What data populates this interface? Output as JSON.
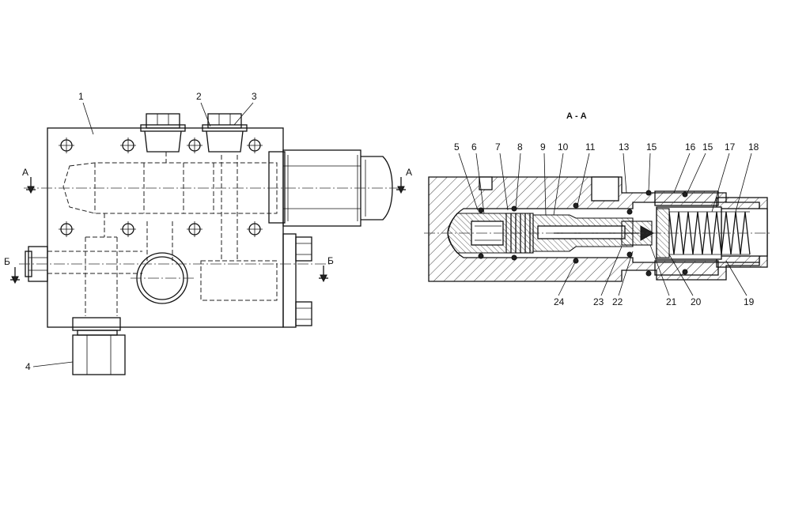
{
  "section_title": "А - А",
  "cut_marks": {
    "a_left": "А",
    "a_right": "А",
    "b_left": "Б",
    "b_right": "Б"
  },
  "callouts_left": [
    "1",
    "2",
    "3",
    "4"
  ],
  "callouts_top": [
    "5",
    "6",
    "7",
    "8",
    "9",
    "10",
    "11",
    "13",
    "15",
    "16",
    "15",
    "17",
    "18"
  ],
  "callouts_bottom": [
    "24",
    "23",
    "22",
    "21",
    "20",
    "19"
  ]
}
